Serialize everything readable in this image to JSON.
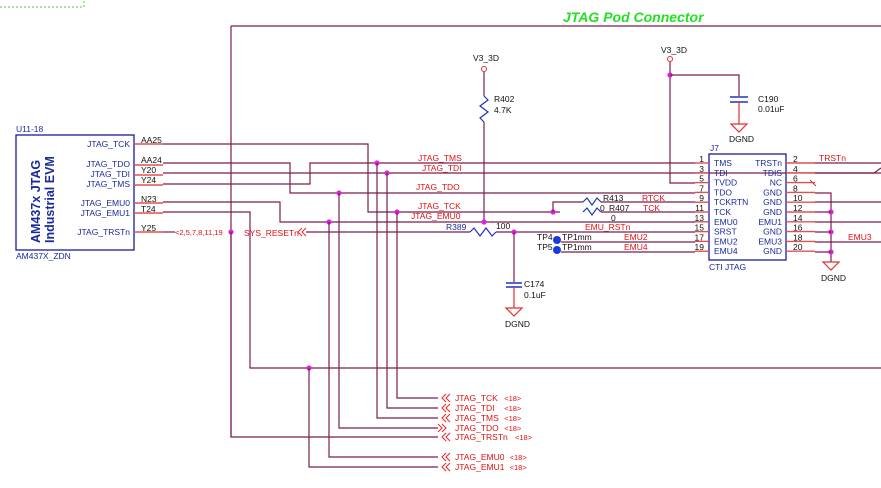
{
  "title": "JTAG Pod Connector",
  "colors": {
    "title": "#22e022",
    "wire": "#7a1f4f",
    "net_label": "#e01010",
    "part": "#1a2a9a",
    "junction": "#e020e0"
  },
  "u11": {
    "ref": "U11-18",
    "name_line1": "AM437x JTAG",
    "name_line2": "Industrial EVM",
    "part": "AM437X_ZDN",
    "pins": [
      {
        "name": "JTAG_TCK",
        "ball": "AA25"
      },
      {
        "name": "JTAG_TDO",
        "ball": "AA24"
      },
      {
        "name": "JTAG_TDI",
        "ball": "Y20"
      },
      {
        "name": "JTAG_TMS",
        "ball": "Y24"
      },
      {
        "name": "JTAG_EMU0",
        "ball": "N23"
      },
      {
        "name": "JTAG_EMU1",
        "ball": "T24"
      },
      {
        "name": "JTAG_TRSTn",
        "ball": "Y25"
      }
    ]
  },
  "offpage_trstn": "<2,5,7,8,11,19",
  "sys_reset": "SYS_RESETn",
  "nets": {
    "tms": "JTAG_TMS",
    "tdi": "JTAG_TDI",
    "tdo": "JTAG_TDO",
    "tck": "JTAG_TCK",
    "emu0": "JTAG_EMU0",
    "rtck": "RTCK",
    "tck2": "TCK",
    "emu_rst": "EMU_RSTn",
    "emu2": "EMU2",
    "emu4": "EMU4",
    "trstn": "TRSTn",
    "emu3": "EMU3"
  },
  "power": {
    "v3_1": "V3_3D",
    "v3_2": "V3_3D",
    "gnd": "DGND"
  },
  "components": {
    "r402": {
      "ref": "R402",
      "value": "4.7K"
    },
    "r389": {
      "ref": "R389",
      "value": "100"
    },
    "r413": {
      "ref": "R413",
      "value": "0"
    },
    "r407": {
      "ref": "R407",
      "value": "0"
    },
    "c174": {
      "ref": "C174",
      "value": "0.1uF"
    },
    "c190": {
      "ref": "C190",
      "value": "0.01uF"
    },
    "tp4": {
      "ref": "TP4",
      "value": "TP1mm"
    },
    "tp5": {
      "ref": "TP5",
      "value": "TP1mm"
    }
  },
  "j7": {
    "ref": "J7",
    "part": "CTI JTAG",
    "left": [
      {
        "num": "1",
        "name": "TMS"
      },
      {
        "num": "3",
        "name": "TDI"
      },
      {
        "num": "5",
        "name": "TVDD"
      },
      {
        "num": "7",
        "name": "TDO"
      },
      {
        "num": "9",
        "name": "TCKRTN"
      },
      {
        "num": "11",
        "name": "TCK"
      },
      {
        "num": "13",
        "name": "EMU0"
      },
      {
        "num": "15",
        "name": "SRST"
      },
      {
        "num": "17",
        "name": "EMU2"
      },
      {
        "num": "19",
        "name": "EMU4"
      }
    ],
    "right": [
      {
        "num": "2",
        "name": "TRSTn"
      },
      {
        "num": "4",
        "name": "TDIS"
      },
      {
        "num": "6",
        "name": "NC"
      },
      {
        "num": "8",
        "name": "GND"
      },
      {
        "num": "10",
        "name": "GND"
      },
      {
        "num": "12",
        "name": "GND"
      },
      {
        "num": "14",
        "name": "EMU1"
      },
      {
        "num": "16",
        "name": "GND"
      },
      {
        "num": "18",
        "name": "EMU3"
      },
      {
        "num": "20",
        "name": "GND"
      }
    ]
  },
  "offpage": [
    {
      "name": "JTAG_TCK",
      "ref": "<18>"
    },
    {
      "name": "JTAG_TDI",
      "ref": "<18>"
    },
    {
      "name": "JTAG_TMS",
      "ref": "<18>"
    },
    {
      "name": "JTAG_TDO",
      "ref": "<18>"
    },
    {
      "name": "JTAG_TRSTn",
      "ref": "<18>"
    },
    {
      "name": "JTAG_EMU0",
      "ref": "<18>"
    },
    {
      "name": "JTAG_EMU1",
      "ref": "<18>"
    }
  ]
}
